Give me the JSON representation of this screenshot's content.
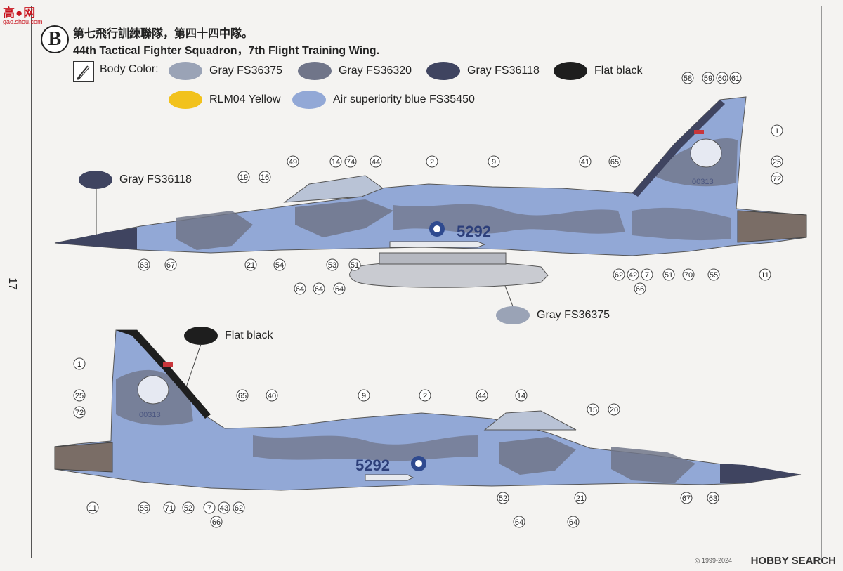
{
  "page": {
    "number": "17"
  },
  "watermark_top": {
    "brand": "高●网",
    "site": "gao.shou.com"
  },
  "watermark_bottom": {
    "brand": "HOBBY SEARCH",
    "mark": "◎ 1999-2024"
  },
  "section": {
    "letter": "B",
    "title_zh": "第七飛行訓練聯隊，第四十四中隊。",
    "title_en": "44th Tactical Fighter Squadron，7th Flight Training Wing."
  },
  "legend": {
    "heading": "Body Color:",
    "brush_icon": "paintbrush-icon",
    "items": [
      {
        "label": "Gray  FS36375",
        "color": "#9aa3b6"
      },
      {
        "label": "Gray  FS36320",
        "color": "#707589"
      },
      {
        "label": "Gray  FS36118",
        "color": "#3f4460"
      },
      {
        "label": "Flat  black",
        "color": "#1e1e1e"
      },
      {
        "label": "RLM04 Yellow",
        "color": "#f2c21c"
      },
      {
        "label": "Air  superiority  blue  FS35450",
        "color": "#92a8d6"
      }
    ]
  },
  "callouts": {
    "upper_nose_color": "Gray  FS36118",
    "tank_color": "Gray  FS36375",
    "lower_tail_color": "Flat  black"
  },
  "aircraft": {
    "serial": "5292",
    "tail_code": "00313"
  },
  "part_numbers_top": [
    "58",
    "59",
    "60",
    "61",
    "1",
    "25",
    "72",
    "49",
    "14",
    "74",
    "44",
    "2",
    "9",
    "41",
    "65",
    "19",
    "16",
    "63",
    "67",
    "21",
    "54",
    "53",
    "51",
    "64",
    "64",
    "64",
    "62",
    "42",
    "7",
    "51",
    "70",
    "55",
    "11",
    "66"
  ],
  "part_numbers_bottom": [
    "1",
    "25",
    "72",
    "65",
    "40",
    "9",
    "2",
    "44",
    "14",
    "15",
    "20",
    "11",
    "55",
    "71",
    "52",
    "7",
    "43",
    "62",
    "66",
    "52",
    "64",
    "21",
    "64",
    "67",
    "63"
  ]
}
